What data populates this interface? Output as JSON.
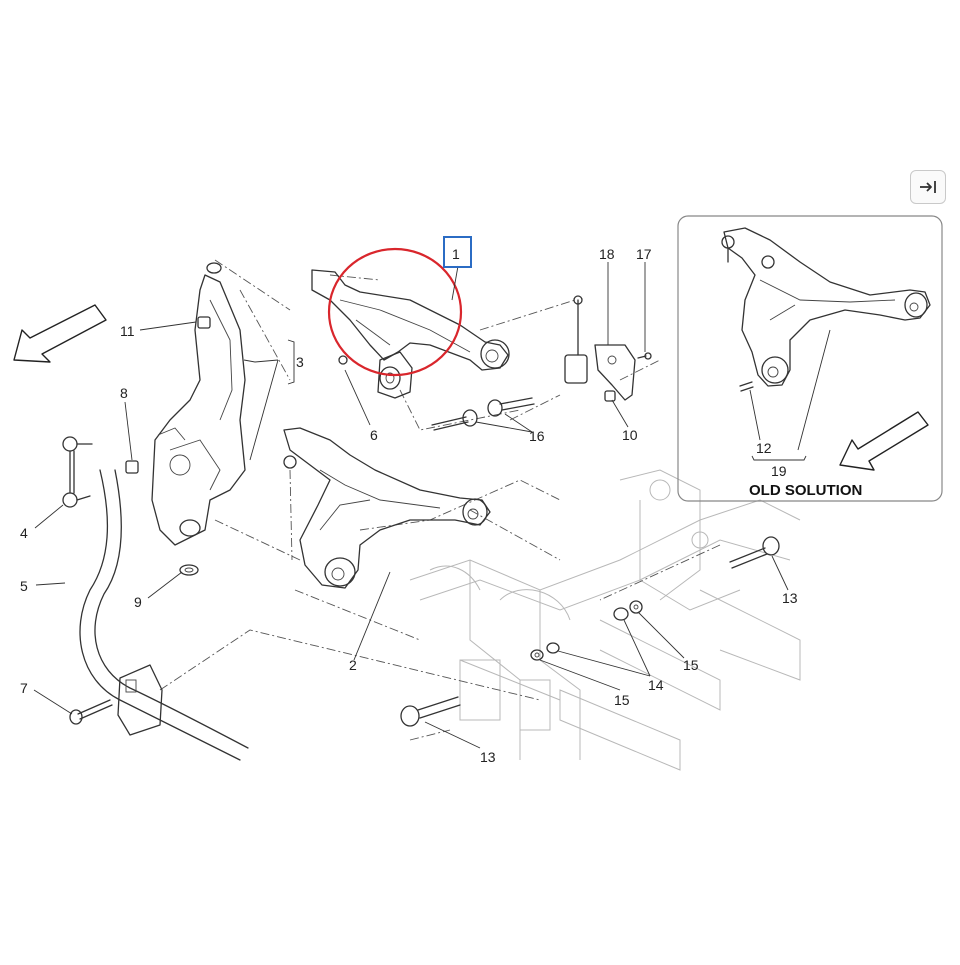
{
  "callouts": {
    "c1": "1",
    "c2": "2",
    "c3": "3",
    "c4": "4",
    "c5": "5",
    "c6": "6",
    "c7": "7",
    "c8": "8",
    "c9": "9",
    "c10": "10",
    "c11": "11",
    "c12": "12",
    "c13a": "13",
    "c13b": "13",
    "c14": "14",
    "c15a": "15",
    "c15b": "15",
    "c16": "16",
    "c17": "17",
    "c18": "18",
    "c19": "19"
  },
  "inset": {
    "title": "OLD SOLUTION"
  },
  "colors": {
    "highlight_circle": "#d9262c",
    "selected_box": "#2b6cc4",
    "line": "#333333"
  },
  "icons": {
    "collapse": "collapse-panel-icon",
    "direction_arrow": "direction-arrow-icon"
  }
}
